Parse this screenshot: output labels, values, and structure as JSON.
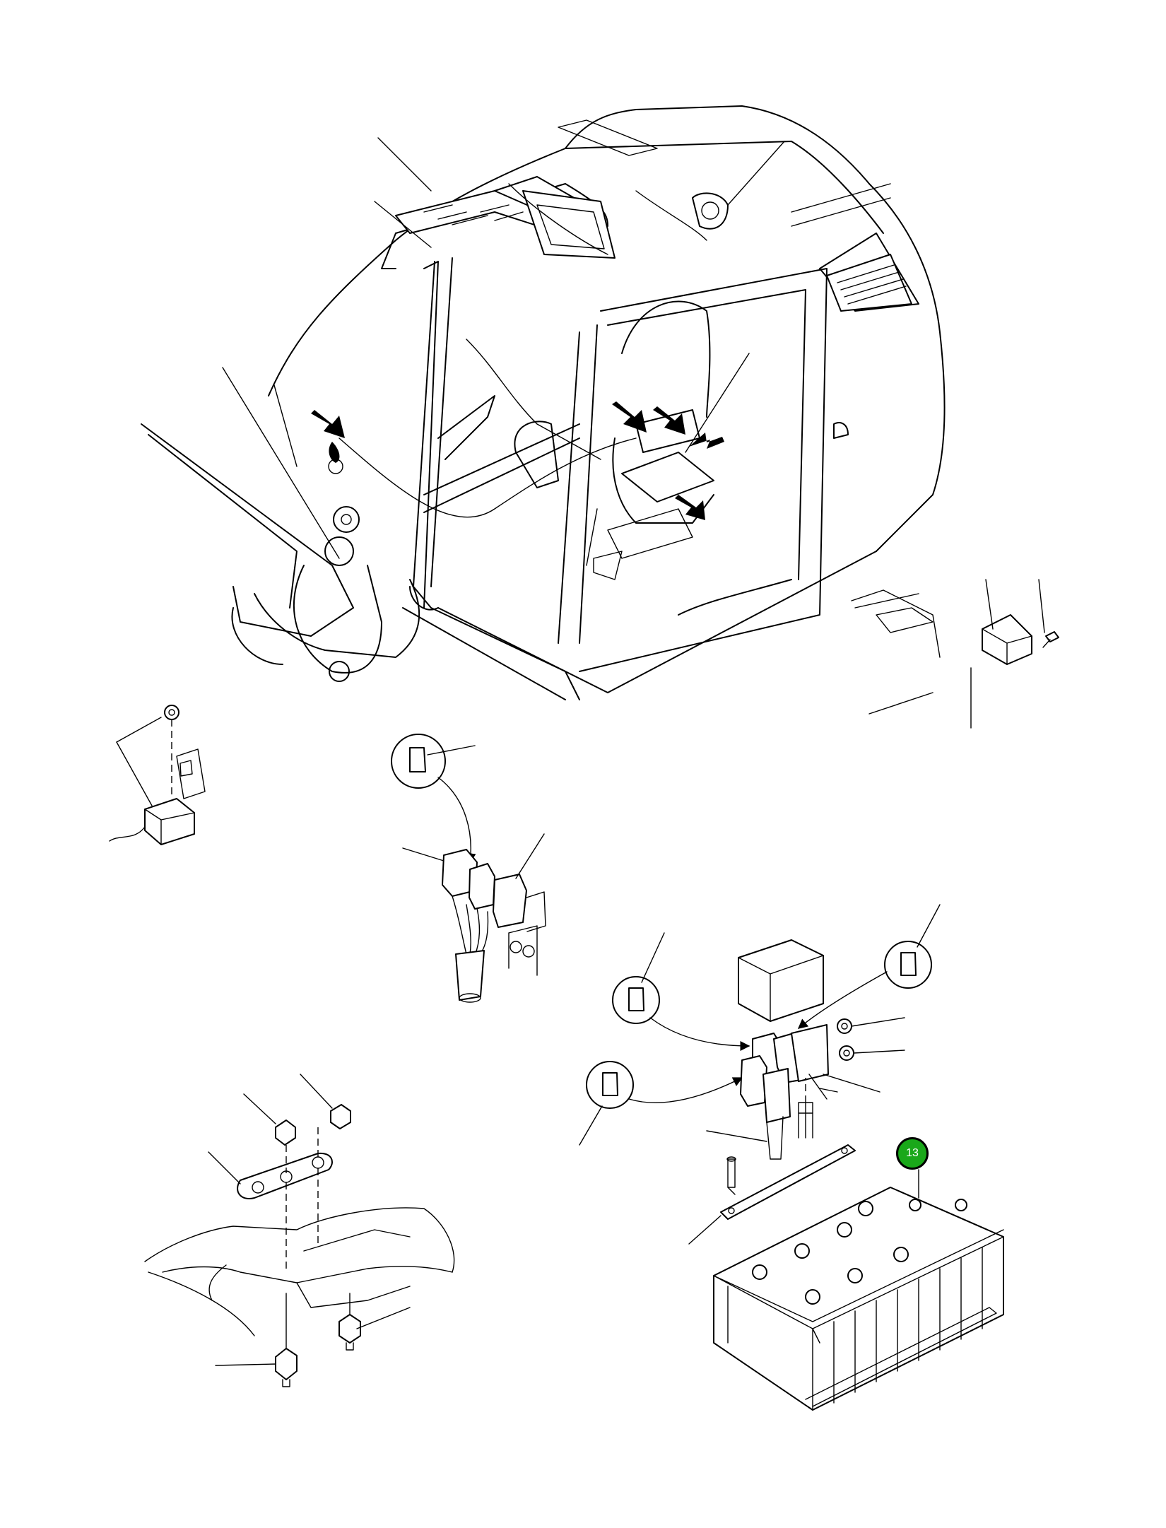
{
  "hotspot": {
    "label": "13",
    "color": "#1aa81a"
  },
  "icons": {
    "callout": "numbered-callout-circle",
    "arrows": "pointer-arrow"
  }
}
